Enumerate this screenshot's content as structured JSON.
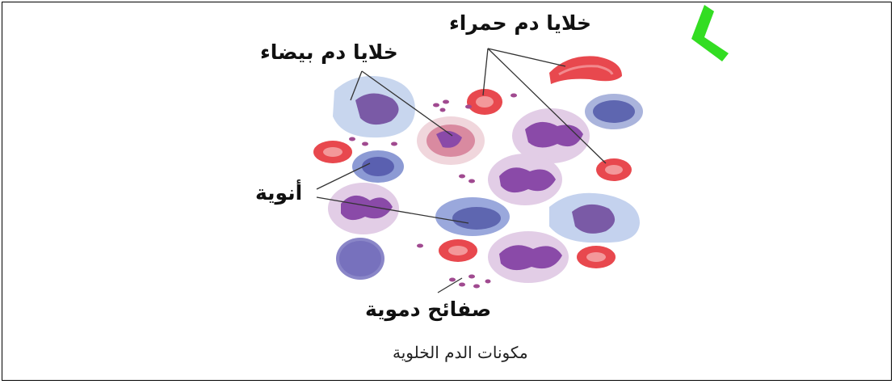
{
  "labels": {
    "red_blood_cells": "خلايا دم حمراء",
    "white_blood_cells": "خلايا دم بيضاء",
    "nuclei": "أنوية",
    "platelets": "صفائح دموية"
  },
  "caption": "مكونات الدم الخلوية",
  "colors": {
    "red_cell": "#e8484e",
    "white_cell": "#d8c6e8",
    "nucleus": "#8a4aa8",
    "lymphocyte": "#6a7ac8",
    "platelet": "#a04a90",
    "mark": "#33dd22"
  },
  "icons": {
    "mark": "green-check-mark-icon"
  }
}
